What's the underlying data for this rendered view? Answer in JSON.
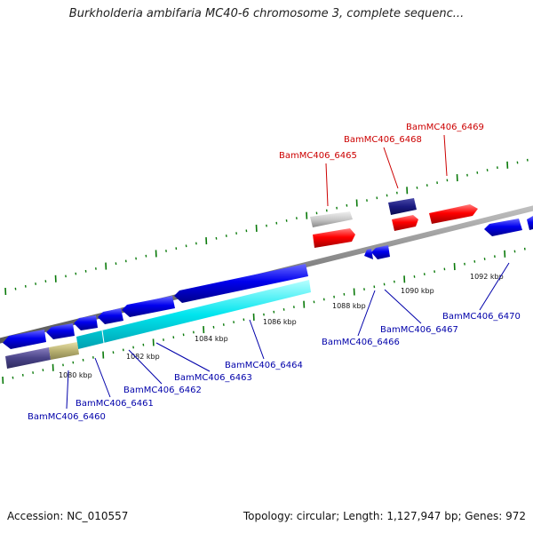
{
  "header": {
    "title": "Burkholderia ambifaria MC40-6 chromosome 3, complete sequenc..."
  },
  "footer": {
    "accession": "Accession: NC_010557",
    "summary": "Topology: circular; Length: 1,127,947 bp; Genes: 972"
  },
  "scale_labels": [
    "1080 kbp",
    "1082 kbp",
    "1084 kbp",
    "1086 kbp",
    "1088 kbp",
    "1090 kbp",
    "1092 kbp"
  ],
  "top_labels": [
    "BamMC406_6465",
    "BamMC406_6468",
    "BamMC406_6469"
  ],
  "bottom_labels": [
    "BamMC406_6460",
    "BamMC406_6461",
    "BamMC406_6462",
    "BamMC406_6463",
    "BamMC406_6464",
    "BamMC406_6466",
    "BamMC406_6467",
    "BamMC406_6470"
  ],
  "colors": {
    "forward_label": "#cc0000",
    "reverse_label": "#0000aa",
    "forward_gene": "#ff0000",
    "reverse_gene": "#0000ee",
    "cyan_feature": "#00e5ee",
    "backbone": "#888888",
    "tick": "#007700"
  }
}
